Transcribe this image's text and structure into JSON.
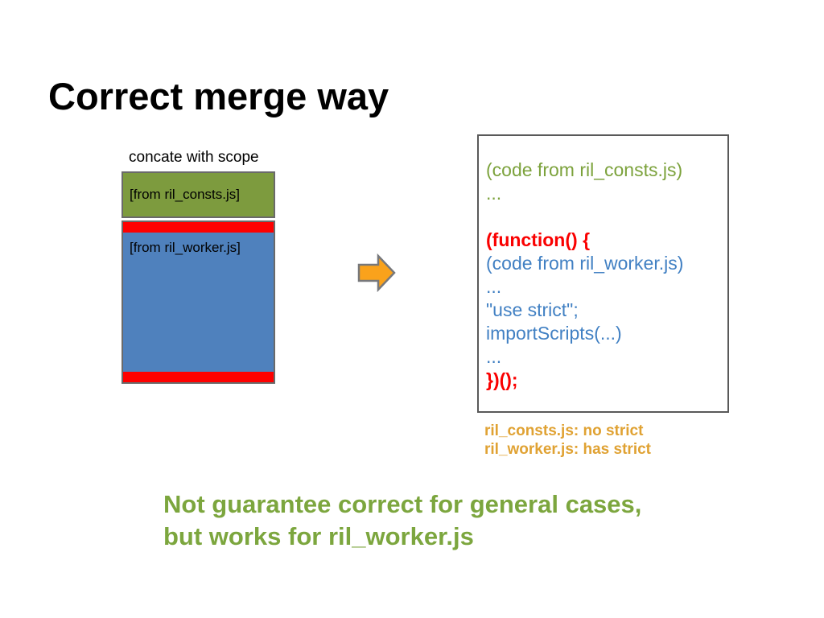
{
  "slide": {
    "title": "Correct merge way",
    "diagram": {
      "label": "concate with scope",
      "consts_block": "[from ril_consts.js]",
      "worker_block": "[from ril_worker.js]"
    },
    "arrow_icon": "right-block-arrow",
    "code_box": {
      "lines": [
        {
          "text": "(code from ril_consts.js)",
          "color": "green"
        },
        {
          "text": "...",
          "color": "green"
        },
        {
          "text": "",
          "color": "blue"
        },
        {
          "text": "(function() {",
          "color": "red"
        },
        {
          "text": "(code from ril_worker.js)",
          "color": "blue"
        },
        {
          "text": "...",
          "color": "blue"
        },
        {
          "text": "\"use strict\";",
          "color": "blue"
        },
        {
          "text": "importScripts(...)",
          "color": "blue"
        },
        {
          "text": "...",
          "color": "blue"
        },
        {
          "text": "})();",
          "color": "red"
        }
      ]
    },
    "notes": [
      "ril_consts.js: no strict",
      "ril_worker.js: has strict"
    ],
    "conclusion": [
      "Not guarantee correct for general cases,",
      "but works for ril_worker.js"
    ],
    "colors": {
      "green_fill": "#7d9b3e",
      "blue_fill": "#4f81bd",
      "red_strip": "#fe0000",
      "border_gray": "#6a6a6a",
      "code_green": "#7ca23c",
      "code_blue": "#4180c3",
      "code_red": "#fa0000",
      "note_orange": "#e0a233",
      "conclusion_green": "#7ca63e",
      "arrow_orange": "#faa21b",
      "arrow_border": "#77787b"
    }
  }
}
